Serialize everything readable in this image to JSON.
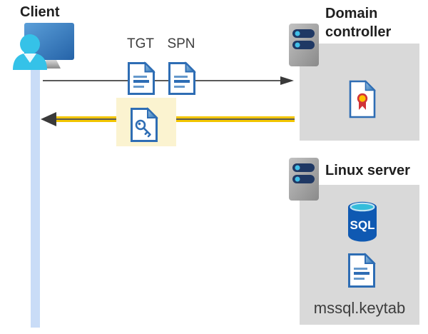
{
  "client": {
    "label": "Client"
  },
  "flow": {
    "tgt_label": "TGT",
    "spn_label": "SPN"
  },
  "domain_controller": {
    "label": "Domain controller"
  },
  "linux_server": {
    "label": "Linux server",
    "sql_icon_text": "SQL",
    "keytab_filename": "mssql.keytab"
  },
  "colors": {
    "response_arrow_yellow": "#f2c500",
    "highlight_box_cream": "#fbf3d0",
    "panel_gray": "#d9d9d9",
    "document_blue": "#2e6db4",
    "client_bar_blue": "#c9dcf7",
    "arrow_gray": "#595959",
    "server_slot_navy": "#1f3864",
    "server_dot_cyan": "#41bfe8",
    "certificate_red": "#d13438",
    "certificate_gold": "#ffc000",
    "sql_body_blue": "#0f59b2"
  }
}
